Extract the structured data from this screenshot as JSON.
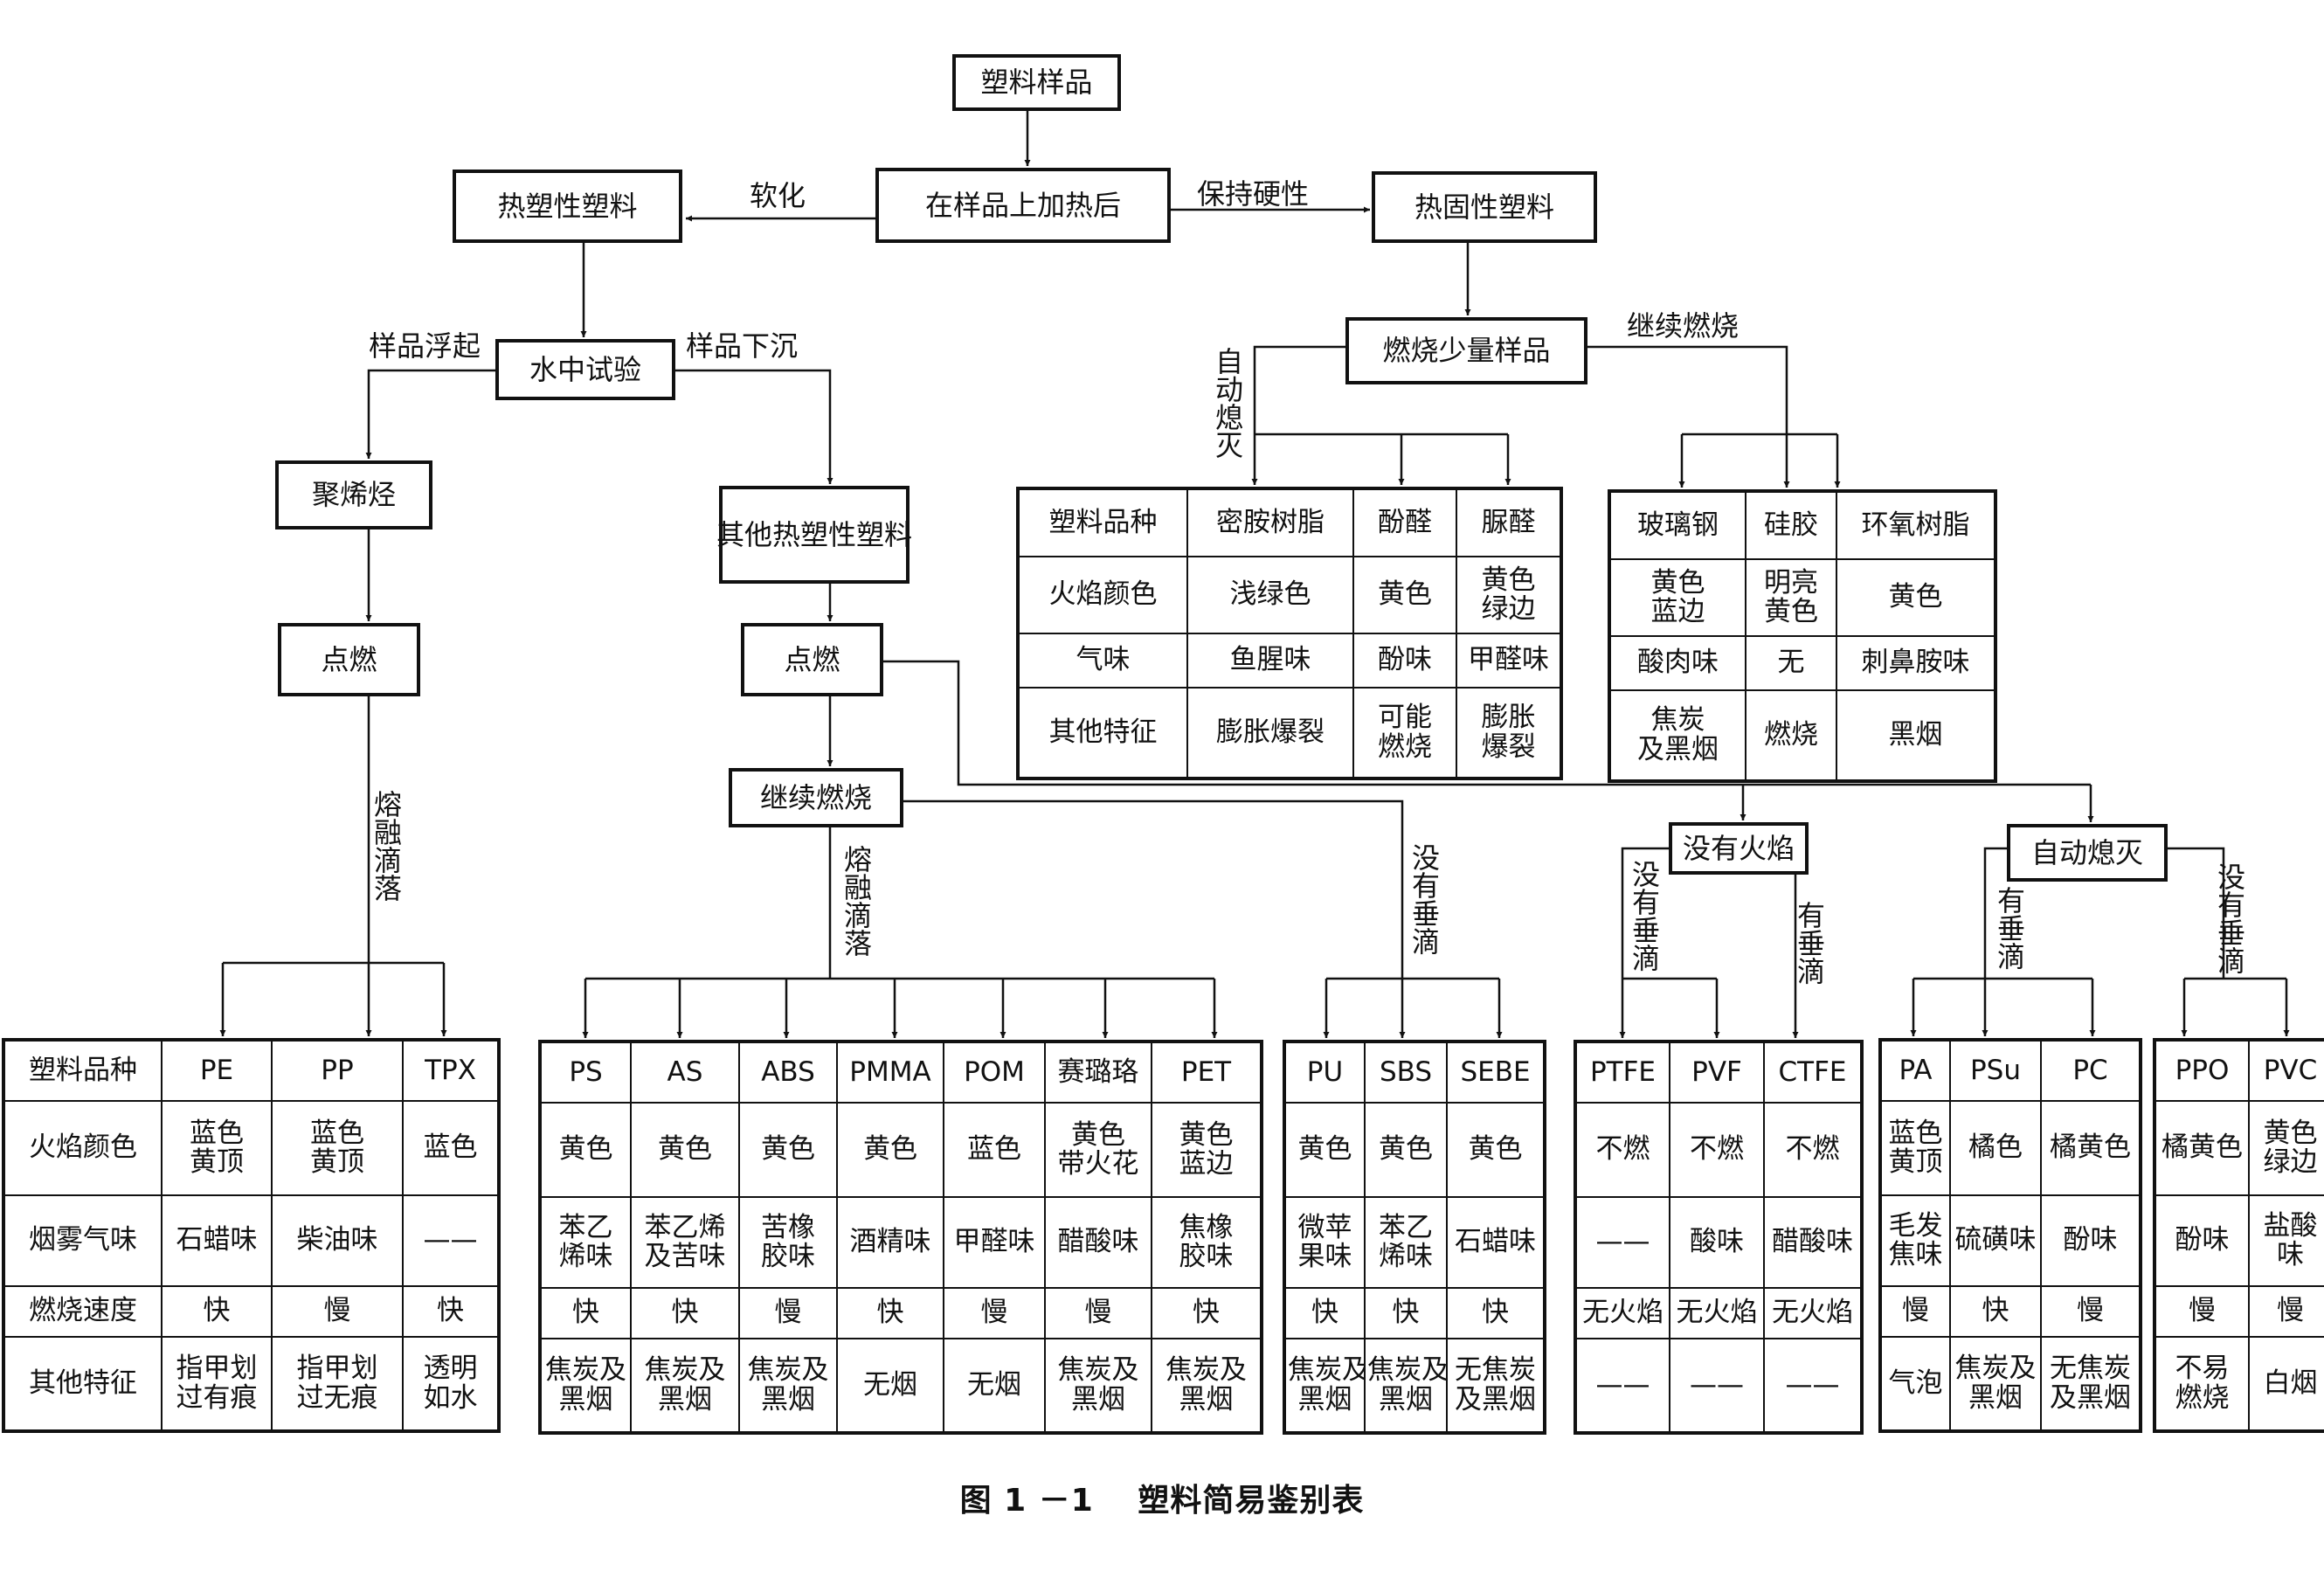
{
  "nodes": {
    "sample": "塑料样品",
    "heat": "在样品上加热后",
    "thermoplastic": "热塑性塑料",
    "thermoset": "热固性塑料",
    "water_test": "水中试验",
    "burn_small": "燃烧少量样品",
    "polyolefin": "聚烯烃",
    "other_tp": "其他热塑性塑料",
    "ignite1": "点燃",
    "ignite2": "点燃",
    "cont_burn": "继续燃烧",
    "no_flame": "没有火焰",
    "self_ext": "自动熄灭"
  },
  "labels": {
    "soften": "软化",
    "keep_hard": "保持硬性",
    "float": "样品浮起",
    "sink": "样品下沉",
    "cont_burn_label": "继续燃烧",
    "auto_ext_v": "自\n动\n熄\n灭",
    "melt_drip1": "熔\n融\n滴\n落",
    "melt_drip2": "熔\n融\n滴\n落",
    "no_drip1": "没\n有\n垂\n滴",
    "no_drip2": "没\n有\n垂\n滴",
    "drip1": "有\n垂\n滴",
    "drip2": "有\n垂\n滴",
    "no_drip3": "没\n有\n垂\n滴"
  },
  "tables": {
    "thermoset_a": [
      [
        "塑料品种",
        "密胺树脂",
        "酚醛",
        "脲醛"
      ],
      [
        "火焰颜色",
        "浅绿色",
        "黄色",
        "黄色\n绿边"
      ],
      [
        "气味",
        "鱼腥味",
        "酚味",
        "甲醛味"
      ],
      [
        "其他特征",
        "膨胀爆裂",
        "可能\n燃烧",
        "膨胀\n爆裂"
      ]
    ],
    "thermoset_b": [
      [
        "玻璃钢",
        "硅胶",
        "环氧树脂"
      ],
      [
        "黄色\n蓝边",
        "明亮\n黄色",
        "黄色"
      ],
      [
        "酸肉味",
        "无",
        "刺鼻胺味"
      ],
      [
        "焦炭\n及黑烟",
        "燃烧",
        "黑烟"
      ]
    ],
    "polyolefin": [
      [
        "塑料品种",
        "PE",
        "PP",
        "TPX"
      ],
      [
        "火焰颜色",
        "蓝色\n黄顶",
        "蓝色\n黄顶",
        "蓝色"
      ],
      [
        "烟雾气味",
        "石蜡味",
        "柴油味",
        "——"
      ],
      [
        "燃烧速度",
        "快",
        "慢",
        "快"
      ],
      [
        "其他特征",
        "指甲划\n过有痕",
        "指甲划\n过无痕",
        "透明\n如水"
      ]
    ],
    "melt": [
      [
        "PS",
        "AS",
        "ABS",
        "PMMA",
        "POM",
        "赛璐珞",
        "PET"
      ],
      [
        "黄色",
        "黄色",
        "黄色",
        "黄色",
        "蓝色",
        "黄色\n带火花",
        "黄色\n蓝边"
      ],
      [
        "苯乙\n烯味",
        "苯乙烯\n及苦味",
        "苦橡\n胶味",
        "酒精味",
        "甲醛味",
        "醋酸味",
        "焦橡\n胶味"
      ],
      [
        "快",
        "快",
        "慢",
        "快",
        "慢",
        "慢",
        "快"
      ],
      [
        "焦炭及\n黑烟",
        "焦炭及\n黑烟",
        "焦炭及\n黑烟",
        "无烟",
        "无烟",
        "焦炭及\n黑烟",
        "焦炭及\n黑烟"
      ]
    ],
    "nodrip": [
      [
        "PU",
        "SBS",
        "SEBE"
      ],
      [
        "黄色",
        "黄色",
        "黄色"
      ],
      [
        "微苹\n果味",
        "苯乙\n烯味",
        "石蜡味"
      ],
      [
        "快",
        "快",
        "快"
      ],
      [
        "焦炭及\n黑烟",
        "焦炭及\n黑烟",
        "无焦炭\n及黑烟"
      ]
    ],
    "noflame": [
      [
        "PTFE",
        "PVF",
        "CTFE"
      ],
      [
        "不燃",
        "不燃",
        "不燃"
      ],
      [
        "——",
        "酸味",
        "醋酸味"
      ],
      [
        "无火焰",
        "无火焰",
        "无火焰"
      ],
      [
        "——",
        "——",
        "——"
      ]
    ],
    "selfext_a": [
      [
        "PA",
        "PSu",
        "PC"
      ],
      [
        "蓝色\n黄顶",
        "橘色",
        "橘黄色"
      ],
      [
        "毛发\n焦味",
        "硫磺味",
        "酚味"
      ],
      [
        "慢",
        "快",
        "慢"
      ],
      [
        "气泡",
        "焦炭及\n黑烟",
        "无焦炭\n及黑烟"
      ]
    ],
    "selfext_b": [
      [
        "PPO",
        "PVC"
      ],
      [
        "橘黄色",
        "黄色\n绿边"
      ],
      [
        "酚味",
        "盐酸\n味"
      ],
      [
        "慢",
        "慢"
      ],
      [
        "不易\n燃烧",
        "白烟"
      ]
    ]
  },
  "caption": "图 1 －1　 塑料简易鉴别表"
}
